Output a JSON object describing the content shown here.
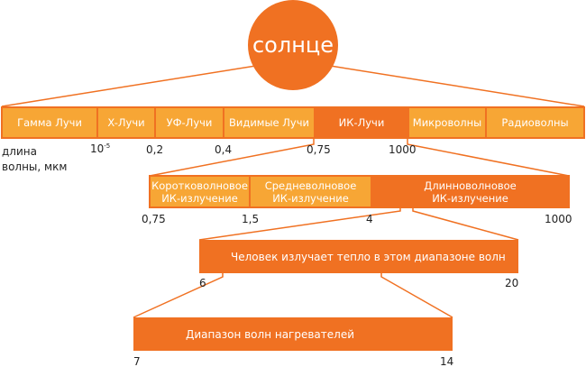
{
  "sun": "солнце",
  "spectrum": [
    {
      "label": "Гамма Лучи"
    },
    {
      "label": "X-Лучи"
    },
    {
      "label": "УФ-Лучи"
    },
    {
      "label": "Видимые Лучи"
    },
    {
      "label": "ИК-Лучи",
      "highlight": true
    },
    {
      "label": "Микроволны"
    },
    {
      "label": "Радиоволны"
    }
  ],
  "axis_title": [
    "длина",
    "волны, мкм"
  ],
  "spectrum_ticks": {
    "xray_base": "10",
    "xray_exp": "-5",
    "uv": "0,2",
    "visible": "0,4",
    "ir": "0,75",
    "micro": "1000"
  },
  "ir": [
    {
      "line1": "Коротковолновое",
      "line2": "ИК-излучение"
    },
    {
      "line1": "Средневолновое",
      "line2": "ИК-излучение"
    },
    {
      "line1": "Длинноволновое",
      "line2": "ИК-излучение",
      "highlight": true
    }
  ],
  "ir_ticks": [
    "0,75",
    "1,5",
    "4",
    "1000"
  ],
  "human": {
    "label": "Человек излучает тепло в этом диапазоне волн",
    "min": "6",
    "max": "20"
  },
  "heaters": {
    "label": "Диапазон волн нагревателей",
    "min": "7",
    "max": "14"
  },
  "colors": {
    "light": "#F7A635",
    "dark": "#F07122"
  }
}
